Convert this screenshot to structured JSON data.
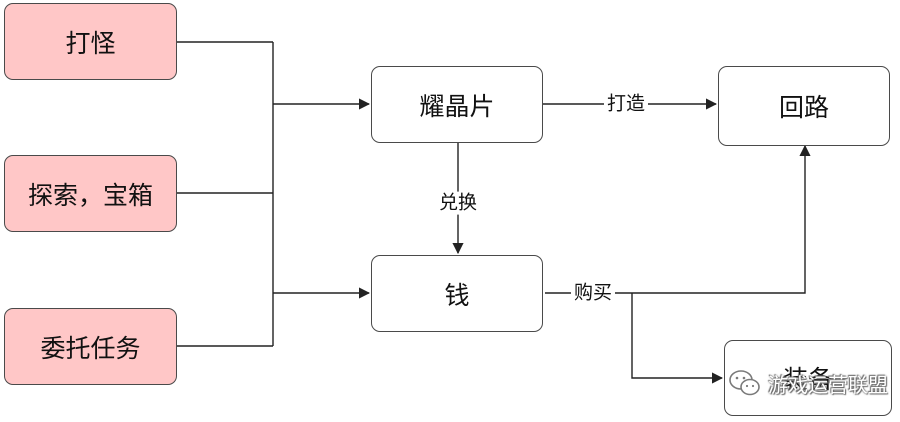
{
  "nodes": {
    "hunt": "打怪",
    "explore_chest": "探索，宝箱",
    "quest": "委托任务",
    "shard": "耀晶片",
    "circuit": "回路",
    "money": "钱",
    "equipment": "装备"
  },
  "edges": {
    "craft": "打造",
    "exchange": "兑换",
    "buy": "购买"
  },
  "watermark": {
    "text": "游戏运营联盟",
    "icon": "wechat-icon"
  },
  "colors": {
    "source_fill": "#ffc7c7",
    "box_stroke": "#4a4a4a",
    "line": "#222222"
  }
}
